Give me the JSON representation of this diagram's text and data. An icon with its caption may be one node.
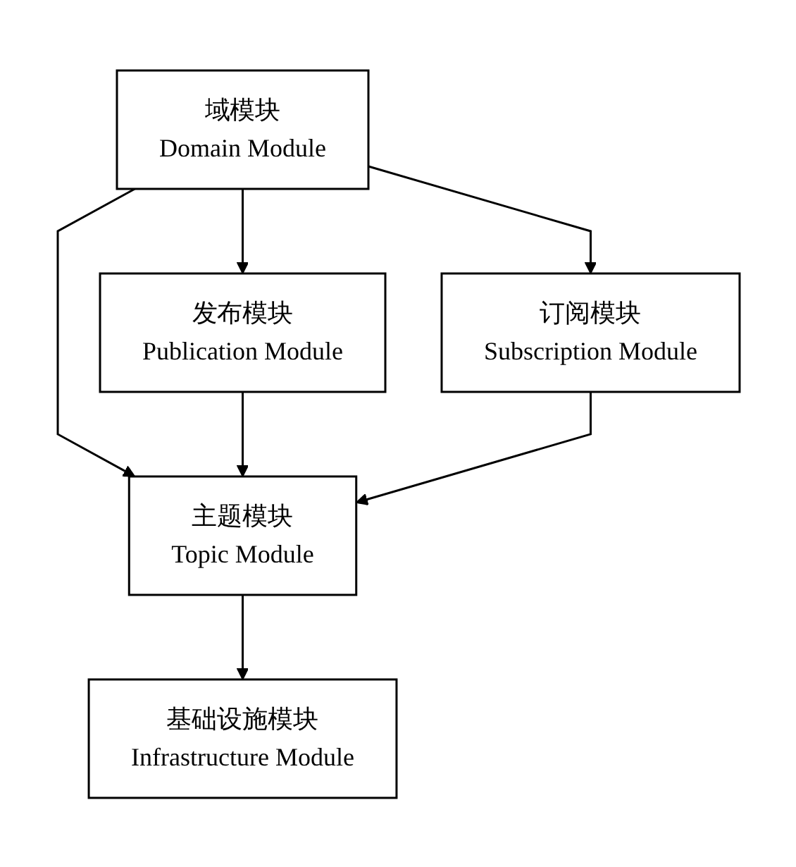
{
  "diagram": {
    "nodes": [
      {
        "text": [
          "域模块",
          "Domain Module"
        ]
      },
      {
        "text": [
          "发布模块",
          "Publication Module"
        ]
      },
      {
        "text": [
          "订阅模块",
          "Subscription Module"
        ]
      },
      {
        "text": [
          "主题模块",
          "Topic Module"
        ]
      },
      {
        "text": [
          "基础设施模块",
          "Infrastructure Module"
        ]
      }
    ],
    "edges": [
      {
        "from": 0,
        "to": 1,
        "arrow": "to"
      },
      {
        "from": 0,
        "to": 3,
        "arrow": "to"
      },
      {
        "from": 0,
        "to": 2,
        "arrow": "to"
      },
      {
        "from": 1,
        "to": 3,
        "arrow": "to"
      },
      {
        "from": 2,
        "to": 3,
        "arrow": "to"
      },
      {
        "from": 3,
        "to": 4,
        "arrow": "to"
      }
    ]
  }
}
